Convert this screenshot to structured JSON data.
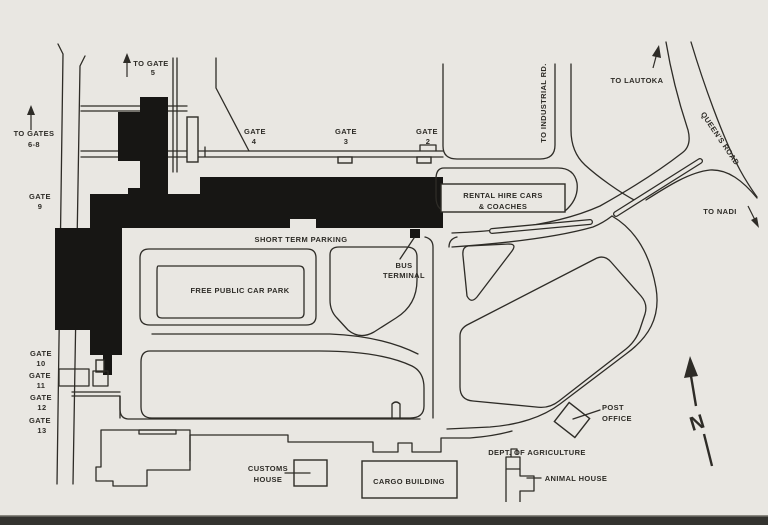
{
  "map": {
    "colors": {
      "background": "#e9e7e2",
      "ink": "#2e2c27",
      "building_fill": "#171614",
      "band": "#34332f"
    },
    "directions": {
      "to_gate_5": {
        "line1": "TO GATE",
        "line2": "5"
      },
      "to_gates_6_8": {
        "line1": "TO GATES",
        "line2": "6-8"
      },
      "to_industrial_rd": "TO INDUSTRIAL RD.",
      "to_lautoka": "TO LAUTOKA",
      "queens_road": "QUEEN'S ROAD",
      "to_nadi": "TO NADI"
    },
    "gates": {
      "g2": {
        "label": "GATE",
        "num": "2"
      },
      "g3": {
        "label": "GATE",
        "num": "3"
      },
      "g4": {
        "label": "GATE",
        "num": "4"
      },
      "g9": {
        "label": "GATE",
        "num": "9"
      },
      "g10": {
        "label": "GATE",
        "num": "10"
      },
      "g11": {
        "label": "GATE",
        "num": "11"
      },
      "g12": {
        "label": "GATE",
        "num": "12"
      },
      "g13": {
        "label": "GATE",
        "num": "13"
      }
    },
    "facilities": {
      "rental": {
        "line1": "RENTAL HIRE CARS",
        "line2": "& COACHES"
      },
      "short_term_parking": "SHORT TERM PARKING",
      "bus_terminal": {
        "line1": "BUS",
        "line2": "TERMINAL"
      },
      "free_car_park": "FREE PUBLIC CAR PARK",
      "customs": {
        "line1": "CUSTOMS",
        "line2": "HOUSE"
      },
      "cargo": "CARGO BUILDING",
      "post_office": {
        "line1": "POST",
        "line2": "OFFICE"
      },
      "agriculture": "DEPT. OF AGRICULTURE",
      "animal_house": "ANIMAL HOUSE"
    },
    "compass": {
      "north": "N"
    }
  }
}
